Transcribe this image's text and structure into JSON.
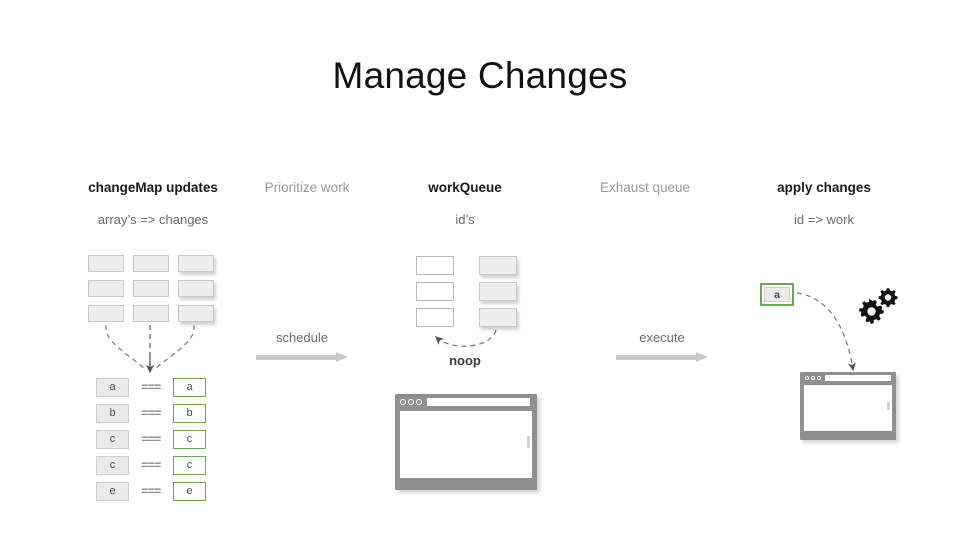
{
  "slide": {
    "title": "Manage Changes"
  },
  "columns": [
    {
      "id": "changemap",
      "title": "changeMap updates",
      "subtitle": "array’s => changes",
      "muted": false
    },
    {
      "id": "prioritize",
      "title": "Prioritize work",
      "subtitle": "",
      "muted": true
    },
    {
      "id": "workqueue",
      "title": "workQueue",
      "subtitle": "id’s",
      "muted": false
    },
    {
      "id": "exhaust",
      "title": "Exhaust queue",
      "subtitle": "",
      "muted": true
    },
    {
      "id": "apply",
      "title": "apply changes",
      "subtitle": "id => work",
      "muted": false
    }
  ],
  "flow": {
    "schedule_label": "schedule",
    "execute_label": "execute",
    "arrow_color": "#c9c9c9"
  },
  "changemap": {
    "grid_rows": 3,
    "grid_cols": 3,
    "equality_operator": "===",
    "pairs": [
      {
        "left": "a",
        "right": "a"
      },
      {
        "left": "b",
        "right": "b"
      },
      {
        "left": "c",
        "right": "c"
      },
      {
        "left": "c",
        "right": "c"
      },
      {
        "left": "e",
        "right": "e"
      }
    ]
  },
  "workqueue": {
    "left_count": 3,
    "right_count": 3,
    "noop_label": "noop"
  },
  "apply": {
    "token_label": "a",
    "gears_icon": "gears-icon"
  },
  "colors": {
    "green_accent": "#6aa84f",
    "box_fill": "#eeeeee",
    "box_border": "#c9c9c9",
    "browser_frame": "#8f8f8f",
    "muted_text": "#9a9a9a",
    "body_text": "#6b6b6b",
    "title_text": "#111111"
  }
}
